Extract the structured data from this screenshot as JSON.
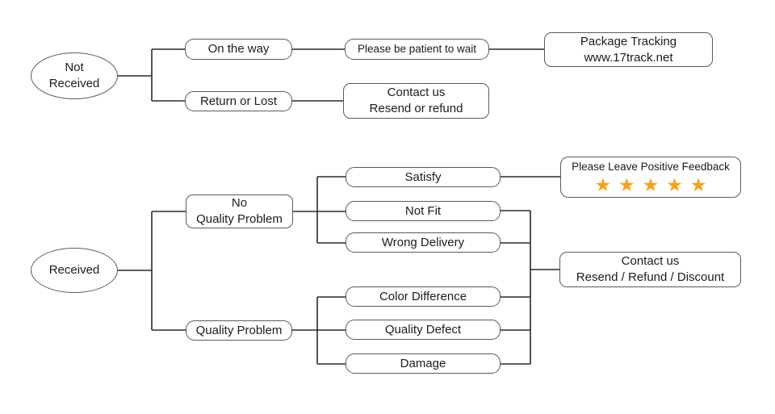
{
  "diagram": {
    "nodes": {
      "not_received": "Not\nReceived",
      "on_the_way": "On the way",
      "return_or_lost": "Return or Lost",
      "please_be_patient": "Please be patient to wait",
      "package_tracking": "Package Tracking\nwww.17track.net",
      "contact_us_resend_refund": "Contact us\nResend or refund",
      "received": "Received",
      "no_quality_problem": "No\nQuality Problem",
      "quality_problem": "Quality Problem",
      "satisfy": "Satisfy",
      "not_fit": "Not Fit",
      "wrong_delivery": "Wrong Delivery",
      "color_difference": "Color Difference",
      "quality_defect": "Quality Defect",
      "damage": "Damage",
      "feedback_label": "Please Leave Positive Feedback",
      "contact_us_resend_refund_discount": "Contact us\nResend / Refund / Discount"
    },
    "feedback": {
      "stars": "★★★★★",
      "star_count": 5,
      "star_color": "#F5A21B"
    }
  }
}
